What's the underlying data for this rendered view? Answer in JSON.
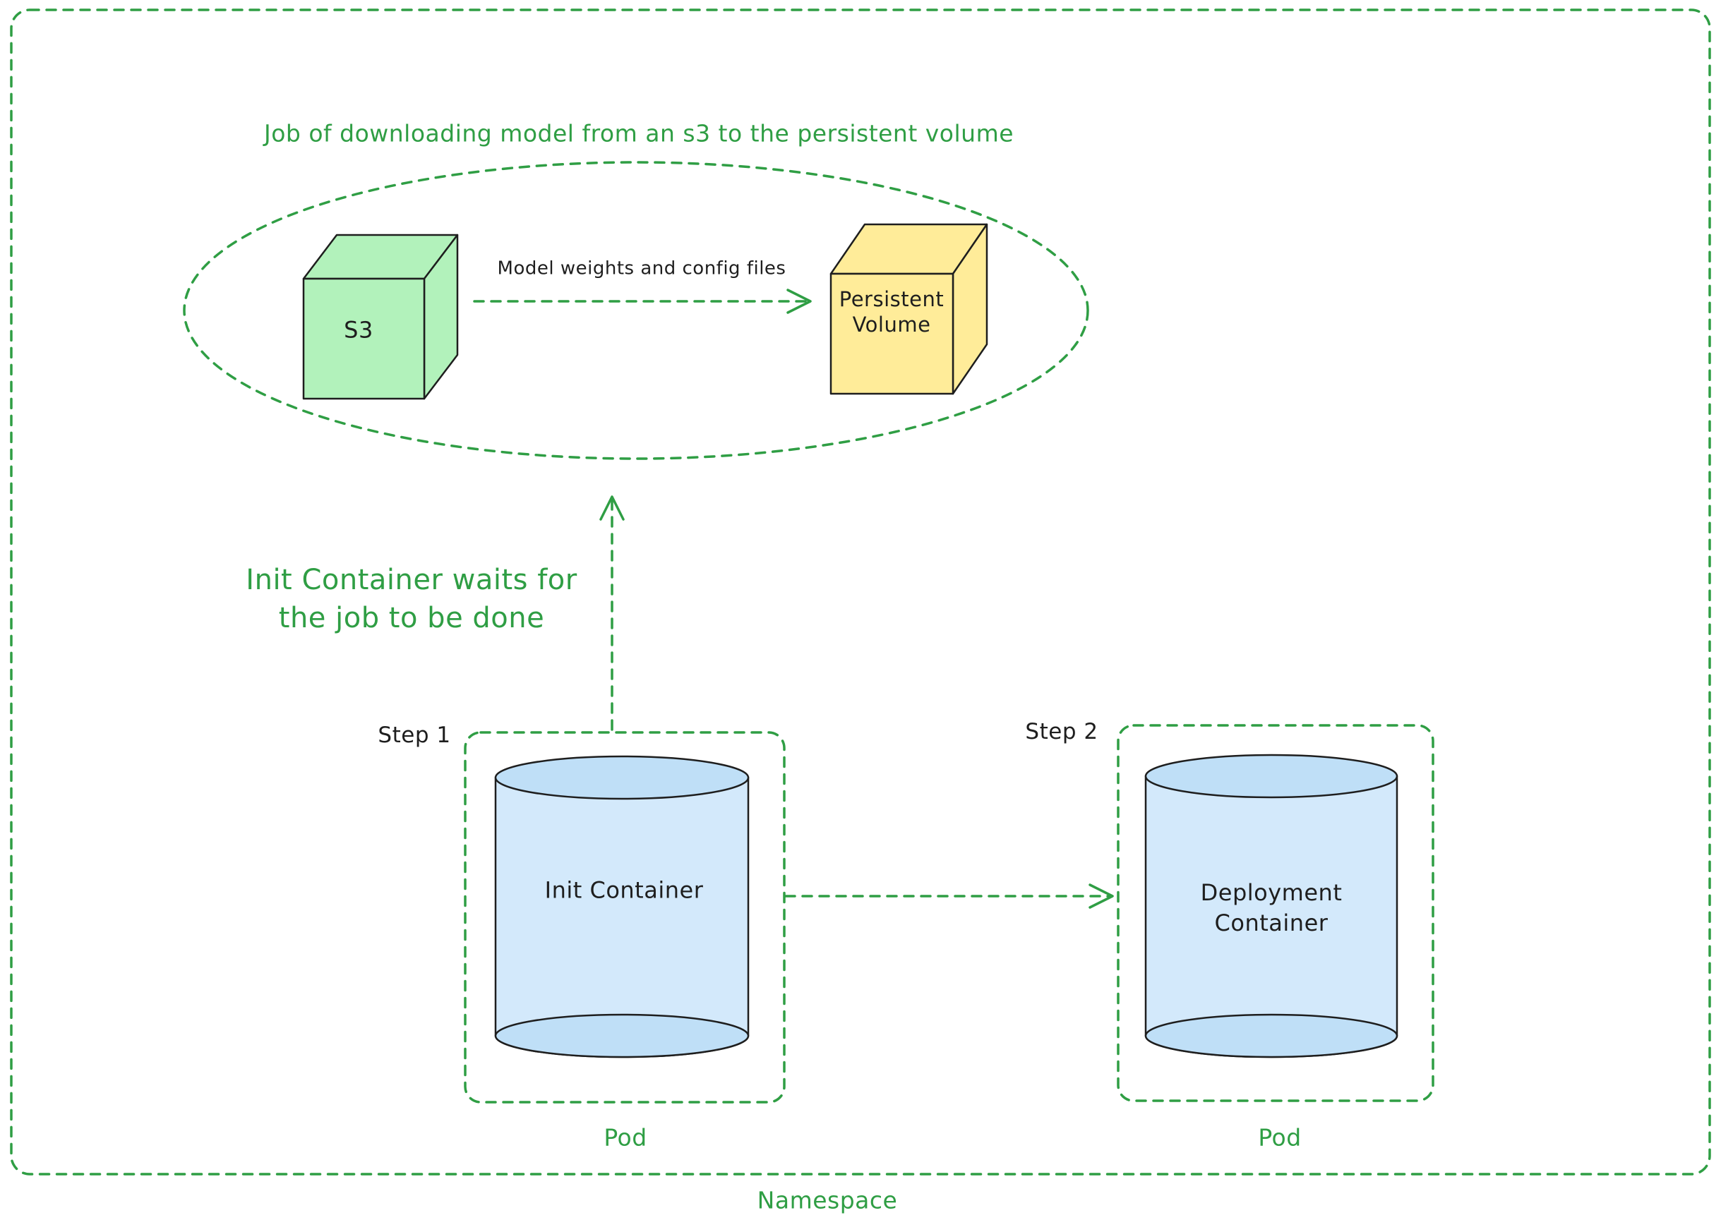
{
  "colors": {
    "accent_green": "#2f9e44",
    "ink": "#1e1e1e",
    "s3_fill": "#b2f2bb",
    "persistent_volume_fill": "#ffec99",
    "container_fill": "#d3e9fb",
    "container_rim_fill": "#bfdff7",
    "background": "#ffffff"
  },
  "diagram": {
    "namespace_label": "Namespace",
    "job_group": {
      "title": "Job of downloading model from an s3 to the persistent volume",
      "s3_label": "S3",
      "persistent_volume_label": "Persistent\nVolume",
      "transfer_arrow_label": "Model weights and config files"
    },
    "wait_note": "Init Container waits for\nthe job to be done",
    "pods": [
      {
        "step_label": "Step 1",
        "container_label": "Init Container",
        "pod_label": "Pod"
      },
      {
        "step_label": "Step 2",
        "container_label": "Deployment\nContainer",
        "pod_label": "Pod"
      }
    ]
  }
}
